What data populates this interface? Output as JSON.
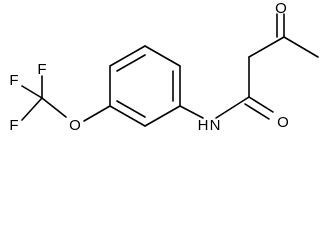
{
  "molecule": {
    "atoms": {
      "f_top": "F",
      "f_mid": "F",
      "f_left": "F",
      "o_ether": "O",
      "nh": "H",
      "n": "N",
      "o_amide": "O",
      "o_ketone": "O"
    }
  }
}
